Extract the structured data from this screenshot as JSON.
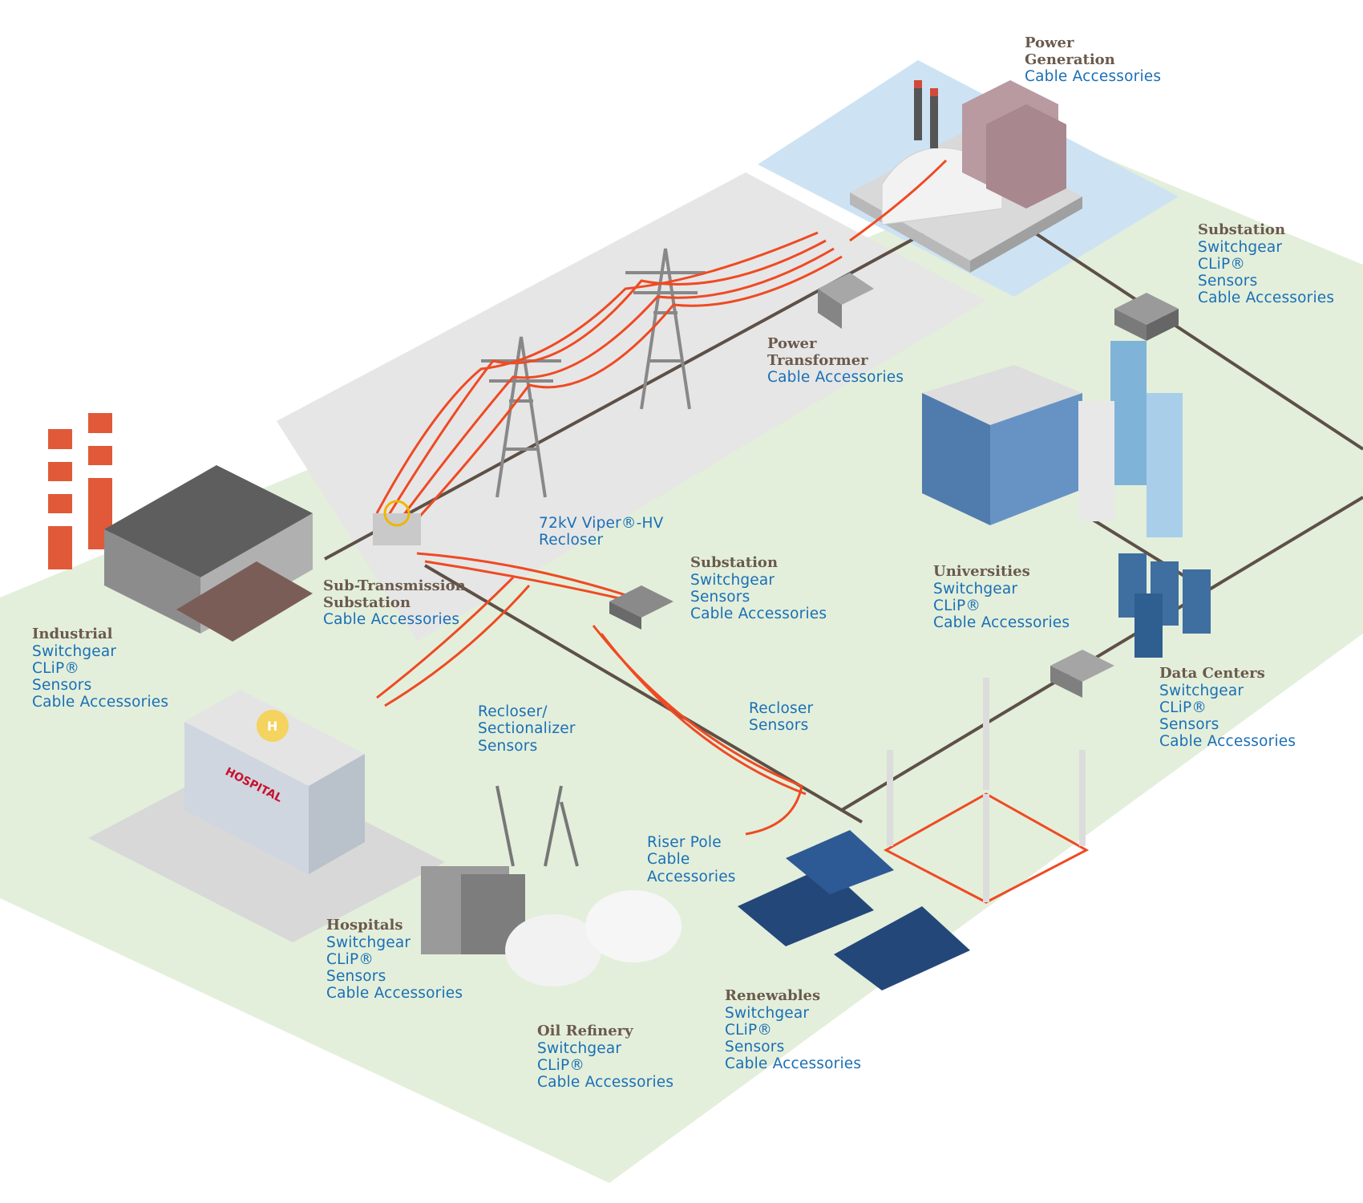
{
  "colors": {
    "ground_green": "#e3efdb",
    "ground_grey": "#e6e6e6",
    "ground_blue": "#cde3f3",
    "line_orange": "#ef4a23",
    "line_dark": "#5e5047",
    "title_brown": "#6b5a4c",
    "item_blue": "#1a6fb5"
  },
  "labels": {
    "power_generation": {
      "title": [
        "Power",
        "Generation"
      ],
      "items": [
        "Cable Accessories"
      ]
    },
    "substation_top": {
      "title": [
        "Substation"
      ],
      "items": [
        "Switchgear",
        "CLiP®",
        "Sensors",
        "Cable Accessories"
      ]
    },
    "power_transformer": {
      "title": [
        "Power",
        "Transformer"
      ],
      "items": [
        "Cable Accessories"
      ]
    },
    "viper_recloser": {
      "title": [],
      "items": [
        "72kV Viper®-HV",
        "Recloser"
      ]
    },
    "substation_mid": {
      "title": [
        "Substation"
      ],
      "items": [
        "Switchgear",
        "Sensors",
        "Cable Accessories"
      ]
    },
    "sub_transmission": {
      "title": [
        "Sub-Transmission",
        "Substation"
      ],
      "items": [
        "Cable Accessories"
      ]
    },
    "universities": {
      "title": [
        "Universities"
      ],
      "items": [
        "Switchgear",
        "CLiP®",
        "Cable Accessories"
      ]
    },
    "industrial": {
      "title": [
        "Industrial"
      ],
      "items": [
        "Switchgear",
        "CLiP®",
        "Sensors",
        "Cable Accessories"
      ]
    },
    "recloser_sectionalizer": {
      "title": [],
      "items": [
        "Recloser/",
        "Sectionalizer",
        "Sensors"
      ]
    },
    "recloser_sensors": {
      "title": [],
      "items": [
        "Recloser",
        "Sensors"
      ]
    },
    "data_centers": {
      "title": [
        "Data Centers"
      ],
      "items": [
        "Switchgear",
        "CLiP®",
        "Sensors",
        "Cable Accessories"
      ]
    },
    "riser_pole": {
      "title": [],
      "items": [
        "Riser Pole",
        "Cable",
        "Accessories"
      ]
    },
    "hospitals": {
      "title": [
        "Hospitals"
      ],
      "items": [
        "Switchgear",
        "CLiP®",
        "Sensors",
        "Cable Accessories"
      ]
    },
    "renewables": {
      "title": [
        "Renewables"
      ],
      "items": [
        "Switchgear",
        "CLiP®",
        "Sensors",
        "Cable Accessories"
      ]
    },
    "oil_refinery": {
      "title": [
        "Oil Refinery"
      ],
      "items": [
        "Switchgear",
        "CLiP®",
        "Cable Accessories"
      ]
    }
  },
  "building_signs": {
    "hospital": "HOSPITAL",
    "helipad": "H"
  }
}
